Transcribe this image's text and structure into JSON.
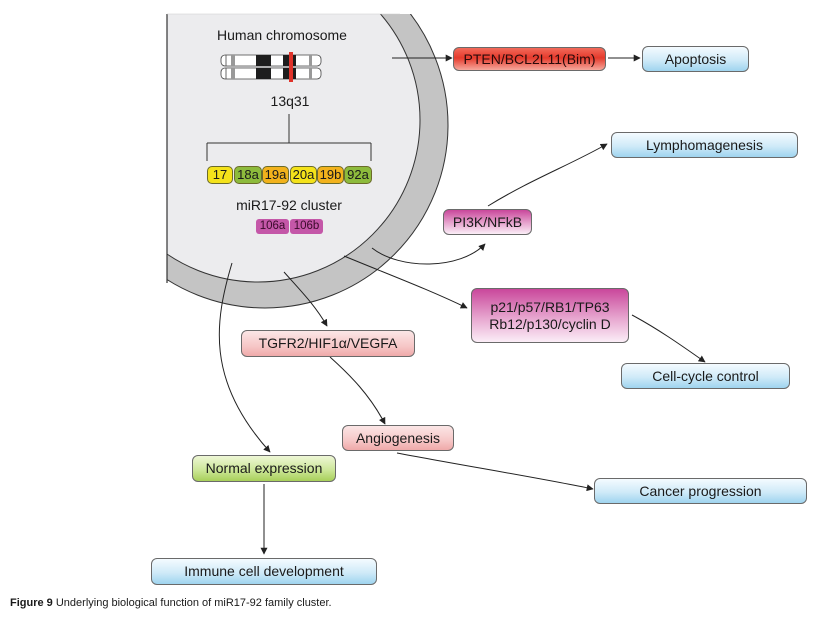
{
  "cell": {
    "title": "Human chromosome",
    "locus": "13q31",
    "cluster_label": "miR17-92 cluster",
    "mirnas": [
      {
        "label": "17",
        "color": "#f4e21a"
      },
      {
        "label": "18a",
        "color": "#8dbb3c"
      },
      {
        "label": "19a",
        "color": "#f2b21c"
      },
      {
        "label": "20a",
        "color": "#f4e21a"
      },
      {
        "label": "19b",
        "color": "#f2b21c"
      },
      {
        "label": "92a",
        "color": "#8dbb3c"
      }
    ],
    "paralogs": [
      {
        "label": "106a",
        "color": "#c457a8"
      },
      {
        "label": "106b",
        "color": "#c457a8"
      }
    ],
    "highlight_color": "#e0332a"
  },
  "nodes": {
    "pten": "PTEN/BCL2L11(Bim)",
    "apoptosis": "Apoptosis",
    "lymphomagenesis": "Lymphomagenesis",
    "pi3k": "PI3K/NFkB",
    "p21_line1": "p21/p57/RB1/TP63",
    "p21_line2": "Rb12/p130/cyclin D",
    "cell_cycle": "Cell-cycle control",
    "tgfr2": "TGFR2/HIF1α/VEGFA",
    "angiogenesis": "Angiogenesis",
    "normal_expression": "Normal expression",
    "cancer_progression": "Cancer progression",
    "immune": "Immune cell development"
  },
  "caption": {
    "label": "Figure 9",
    "text": " Underlying biological function of miR17-92 family cluster."
  }
}
